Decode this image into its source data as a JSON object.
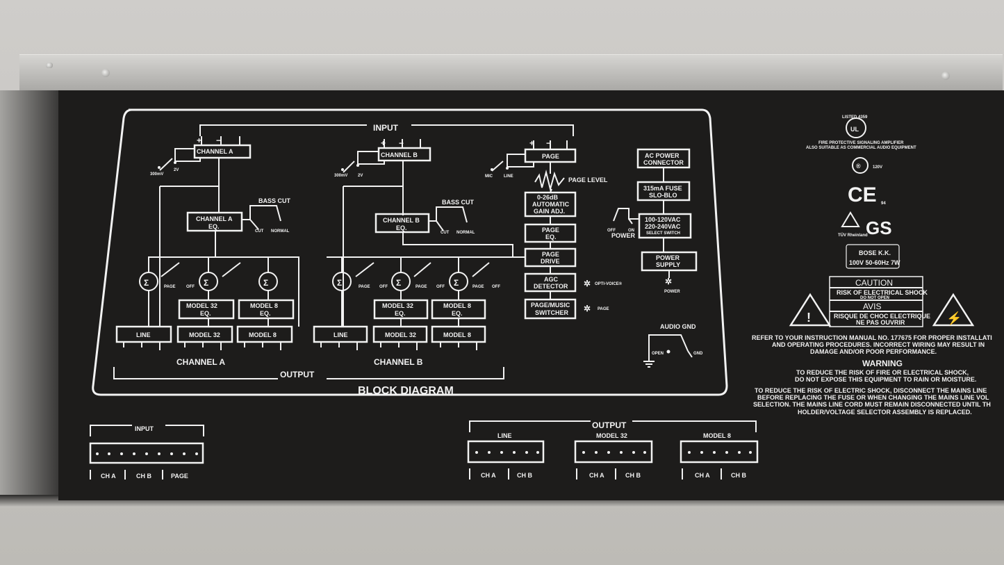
{
  "diagram": {
    "title": "BLOCK DIAGRAM",
    "input_label": "INPUT",
    "output_label": "OUTPUT",
    "channel_a": "CHANNEL A",
    "channel_b": "CHANNEL B",
    "page": "PAGE",
    "page_level": "PAGE LEVEL",
    "agc": "0-26dB",
    "agc2": "AUTOMATIC",
    "agc3": "GAIN ADJ.",
    "page_eq": "PAGE",
    "page_eq2": "EQ.",
    "page_drive": "PAGE",
    "page_drive2": "DRIVE",
    "agc_det": "AGC",
    "agc_det2": "DETECTOR",
    "switcher": "PAGE/MUSIC",
    "switcher2": "SWITCHER",
    "opti_voice": "OPTI-VOICE®",
    "page_led": "PAGE",
    "bass_cut": "BASS CUT",
    "cut": "CUT",
    "normal": "NORMAL",
    "chan_a_eq": "CHANNEL A",
    "chan_b_eq": "CHANNEL B",
    "eq": "EQ.",
    "model32_eq": "MODEL 32",
    "model8_eq": "MODEL 8",
    "line": "LINE",
    "model32": "MODEL 32",
    "model8": "MODEL 8",
    "mv300": "300mV",
    "v2": "2V",
    "mic": "MIC",
    "line_sw": "LINE",
    "sw_page": "PAGE",
    "sw_off": "OFF",
    "ac_power": "AC POWER",
    "connector": "CONNECTOR",
    "fuse": "315mA FUSE",
    "slo_blo": "SLO-BLO",
    "v100": "100-120VAC",
    "v220": "220-240VAC",
    "select_switch": "SELECT SWITCH",
    "off": "OFF",
    "on": "ON",
    "power": "POWER",
    "power_supply": "POWER",
    "power_supply2": "SUPPLY",
    "power_led": "POWER",
    "audio_gnd": "AUDIO GND",
    "open": "OPEN",
    "gnd": "GND",
    "plus": "+",
    "minus": "−"
  },
  "connectors": {
    "input_label": "INPUT",
    "output_label": "OUTPUT",
    "line": "LINE",
    "model32": "MODEL 32",
    "model8": "MODEL 8",
    "ch_a": "CH A",
    "ch_b": "CH B",
    "page": "PAGE"
  },
  "certs": {
    "listed": "LISTED 4359",
    "ul": "UL",
    "fire_line1": "FIRE PROTECTIVE SIGNALING AMPLIFIER",
    "fire_line2": "ALSO SUITABLE AS COMMERCIAL AUDIO EQUIPMENT",
    "csa": "®",
    "v120": "120V",
    "ce": "CE",
    "ce_year": "94",
    "tuv": "TÜV Rheinland",
    "gs": "GS",
    "bose": "BOSE K.K.",
    "rating": "100V 50-60Hz 7W"
  },
  "warnings": {
    "caution": "CAUTION",
    "caution1": "RISK OF ELECTRICAL SHOCK",
    "caution2": "DO NOT OPEN",
    "avis": "AVIS",
    "avis1": "RISQUE DE CHOC ELECTRIQUE",
    "avis2": "NE PAS OUVRIR",
    "refer1": "REFER TO YOUR INSTRUCTION MANUAL NO. 177675 FOR PROPER INSTALLATI",
    "refer2": "AND OPERATING PROCEDURES. INCORRECT WIRING MAY RESULT IN",
    "refer3": "DAMAGE AND/OR POOR PERFORMANCE.",
    "warning_title": "WARNING",
    "warn1": "TO REDUCE THE RISK OF FIRE OR ELECTRICAL SHOCK,",
    "warn2": "DO NOT EXPOSE THIS EQUIPMENT TO RAIN OR MOISTURE.",
    "warn3": "TO REDUCE THE RISK OF ELECTRIC SHOCK, DISCONNECT THE MAINS LINE",
    "warn4": "BEFORE REPLACING THE FUSE OR WHEN CHANGING THE MAINS LINE VOL",
    "warn5": "SELECTION. THE MAINS LINE CORD MUST REMAIN DISCONNECTED UNTIL TH",
    "warn6": "HOLDER/VOLTAGE SELECTOR ASSEMBLY IS REPLACED.",
    "bolt": "⚡",
    "excl": "!"
  },
  "colors": {
    "panel": "#1d1c1b",
    "ink": "#f2f2f2",
    "rail": "#c2c1be",
    "floor": "#c9c7c3"
  }
}
